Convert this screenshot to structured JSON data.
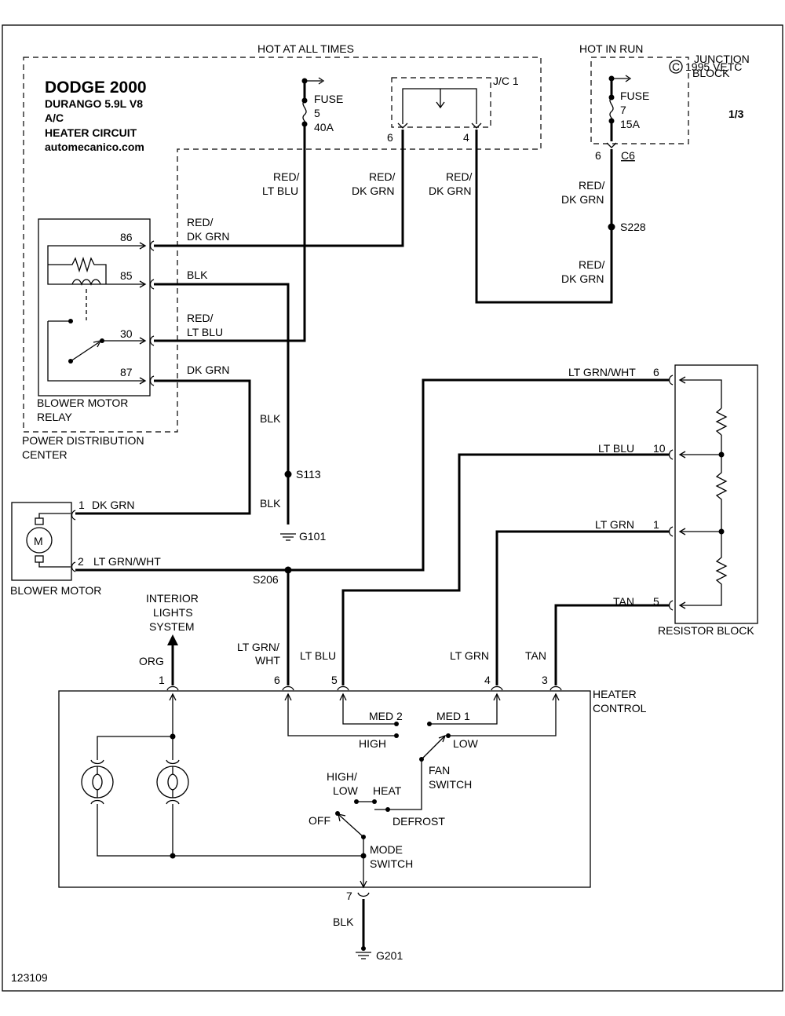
{
  "header": {
    "title": "DODGE 2000",
    "model": "DURANGO  5.9L  V8",
    "system": "A/C",
    "circuit": "HEATER CIRCUIT",
    "site": "automecanico.com",
    "page": "1/3",
    "copyright": "1995 VETC",
    "diagram_number": "123109"
  },
  "power": {
    "hot_at_all_times": "HOT AT ALL TIMES",
    "hot_in_run": "HOT IN RUN",
    "junction_block": [
      "JUNCTION",
      "BLOCK"
    ],
    "fuse5": [
      "FUSE",
      "5",
      "40A"
    ],
    "fuse7": [
      "FUSE",
      "7",
      "15A"
    ],
    "jc1": "J/C 1",
    "jc1_pin_left": "6",
    "jc1_pin_right": "4",
    "c6_pin": "6",
    "c6_label": "C6",
    "pdc_label": [
      "POWER DISTRIBUTION",
      "CENTER"
    ]
  },
  "relay": {
    "label": [
      "BLOWER MOTOR",
      "RELAY"
    ],
    "pins": [
      "86",
      "85",
      "30",
      "87"
    ]
  },
  "wires": {
    "fuse5_wire": [
      "RED/",
      "LT BLU"
    ],
    "jc6_wire": [
      "RED/",
      "DK GRN"
    ],
    "jc4_wire": [
      "RED/",
      "DK GRN"
    ],
    "c6_wire_upper": [
      "RED/",
      "DK GRN"
    ],
    "c6_wire_lower": [
      "RED/",
      "DK GRN"
    ],
    "relay86_wire": [
      "RED/",
      "DK GRN"
    ],
    "relay85_wire": "BLK",
    "relay30_wire": [
      "RED/",
      "LT BLU"
    ],
    "relay87_wire": "DK GRN",
    "blk_upper": "BLK",
    "blk_lower": "BLK",
    "motor_pin1": "1",
    "motor_pin1_wire": "DK GRN",
    "motor_pin2": "2",
    "motor_pin2_wire": "LT GRN/WHT",
    "org": "ORG",
    "hc6_wire": [
      "LT GRN/",
      "WHT"
    ],
    "hc5_wire": "LT BLU",
    "hc4_wire": "LT GRN",
    "hc3_wire": "TAN",
    "ground_wire": "BLK"
  },
  "splices": {
    "s228": "S228",
    "s113": "S113",
    "s206": "S206",
    "g101": "G101",
    "g201": "G201"
  },
  "resistor_block": {
    "label": "RESISTOR BLOCK",
    "pins": [
      {
        "wire": "LT GRN/WHT",
        "pin": "6"
      },
      {
        "wire": "LT BLU",
        "pin": "10"
      },
      {
        "wire": "LT GRN",
        "pin": "1"
      },
      {
        "wire": "TAN",
        "pin": "5"
      }
    ]
  },
  "blower_motor": {
    "label": "BLOWER MOTOR",
    "symbol": "M"
  },
  "interior": [
    "INTERIOR",
    "LIGHTS",
    "SYSTEM"
  ],
  "heater_control": {
    "label": [
      "HEATER",
      "CONTROL"
    ],
    "pins": [
      "1",
      "6",
      "5",
      "4",
      "3",
      "7"
    ],
    "fan_positions": [
      "MED 2",
      "MED 1",
      "HIGH",
      "LOW"
    ],
    "fan_switch": [
      "FAN",
      "SWITCH"
    ],
    "mode_positions": [
      "HIGH/",
      "LOW",
      "HEAT",
      "OFF",
      "DEFROST"
    ],
    "mode_switch": [
      "MODE",
      "SWITCH"
    ]
  }
}
